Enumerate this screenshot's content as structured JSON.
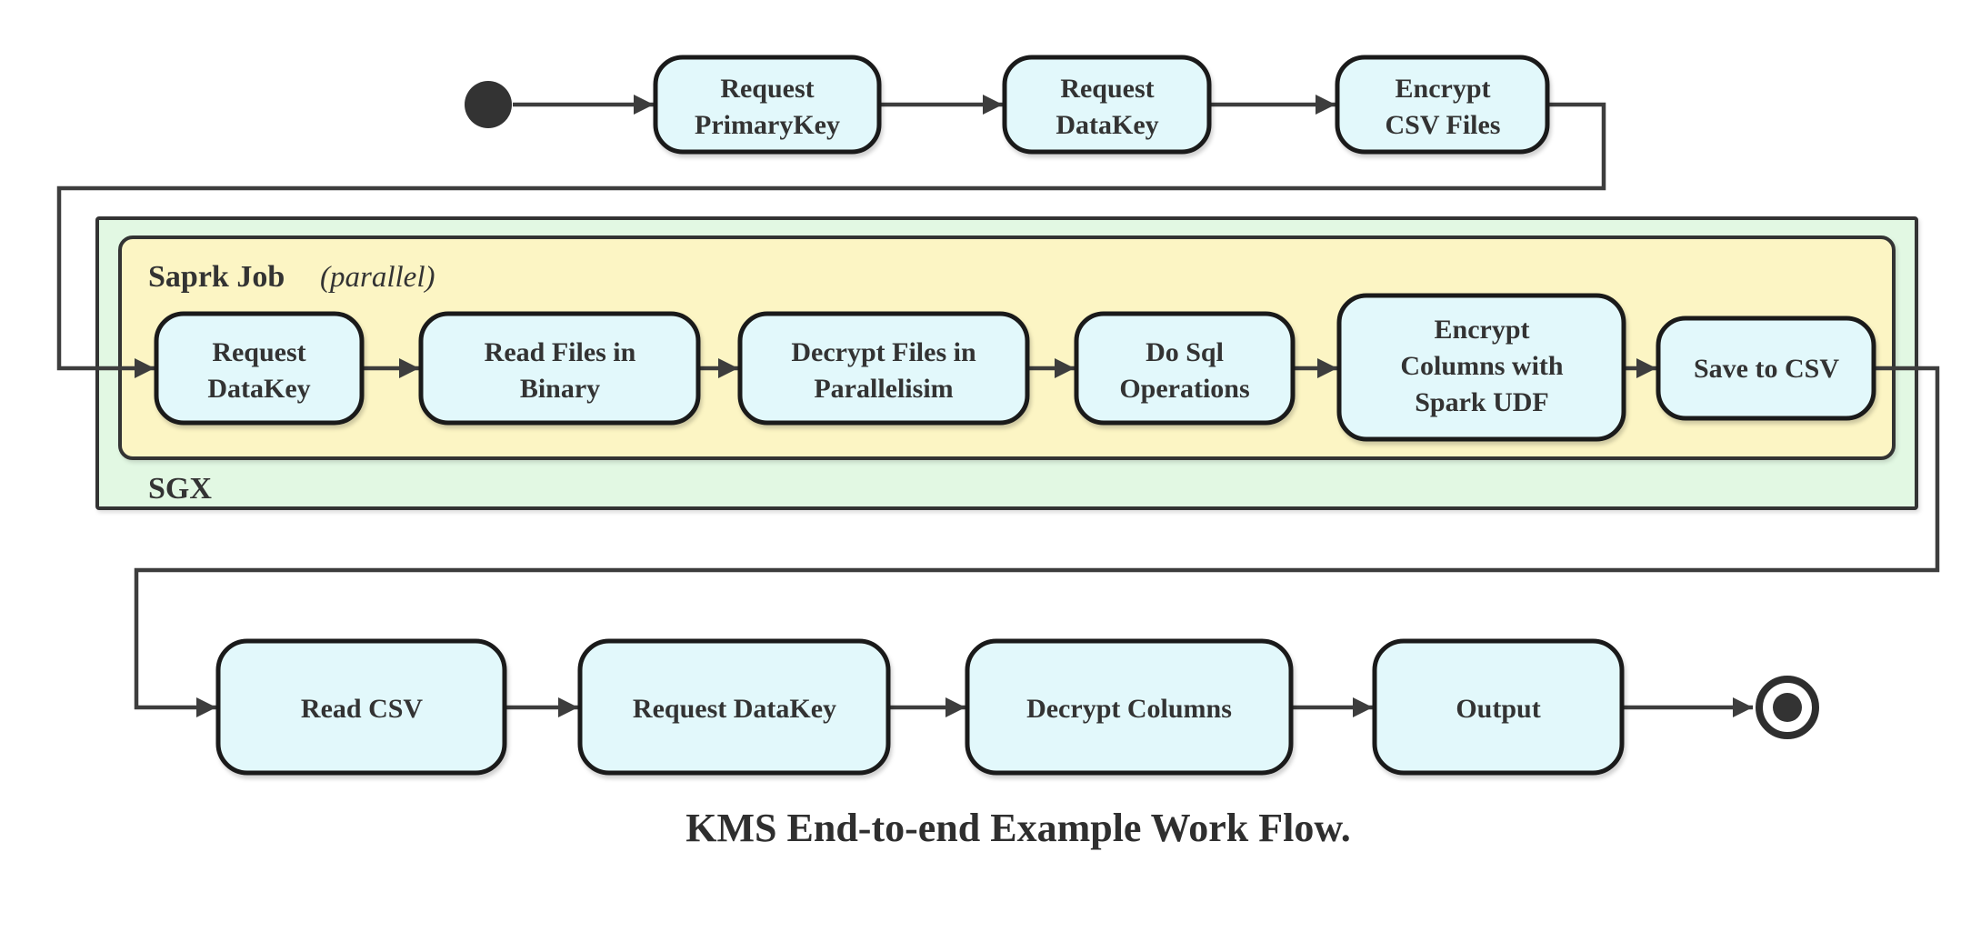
{
  "caption": "KMS End-to-end Example Work Flow.",
  "colors": {
    "node_fill": "#e2f8fb",
    "node_stroke": "#1a1a1a",
    "spark_container_fill": "#fcf5c4",
    "sgx_container_fill": "#e2f8e3",
    "edge_color": "#3d3d3d",
    "text_color": "#333333",
    "start_end_fill": "#333333"
  },
  "containers": {
    "sgx": {
      "label": "SGX"
    },
    "spark_job": {
      "label": "Saprk Job",
      "note": "(parallel)"
    }
  },
  "top_row": [
    {
      "id": "request-primarykey",
      "label": "Request PrimaryKey",
      "lines": [
        "Request",
        "PrimaryKey"
      ]
    },
    {
      "id": "request-datakey",
      "label": "Request DataKey",
      "lines": [
        "Request",
        "DataKey"
      ]
    },
    {
      "id": "encrypt-csv-files",
      "label": "Encrypt CSV Files",
      "lines": [
        "Encrypt",
        "CSV Files"
      ]
    }
  ],
  "spark_row": [
    {
      "id": "request-datakey-sgx",
      "label": "Request DataKey",
      "lines": [
        "Request",
        "DataKey"
      ]
    },
    {
      "id": "read-files-in-binary",
      "label": "Read Files in Binary",
      "lines": [
        "Read Files in",
        "Binary"
      ]
    },
    {
      "id": "decrypt-files-in-parallelisim",
      "label": "Decrypt Files in Parallelisim",
      "lines": [
        "Decrypt Files in",
        "Parallelisim"
      ]
    },
    {
      "id": "do-sql-operations",
      "label": "Do Sql Operations",
      "lines": [
        "Do Sql",
        "Operations"
      ]
    },
    {
      "id": "encrypt-columns-with-spark-udf",
      "label": "Encrypt Columns with Spark UDF",
      "lines": [
        "Encrypt",
        "Columns with",
        "Spark UDF"
      ]
    },
    {
      "id": "save-to-csv",
      "label": "Save to CSV",
      "lines": [
        "Save to CSV"
      ]
    }
  ],
  "bottom_row": [
    {
      "id": "read-csv",
      "label": "Read CSV",
      "lines": [
        "Read CSV"
      ]
    },
    {
      "id": "request-datakey-client",
      "label": "Request DataKey",
      "lines": [
        "Request DataKey"
      ]
    },
    {
      "id": "decrypt-columns",
      "label": "Decrypt Columns",
      "lines": [
        "Decrypt Columns"
      ]
    },
    {
      "id": "output",
      "label": "Output",
      "lines": [
        "Output"
      ]
    }
  ]
}
